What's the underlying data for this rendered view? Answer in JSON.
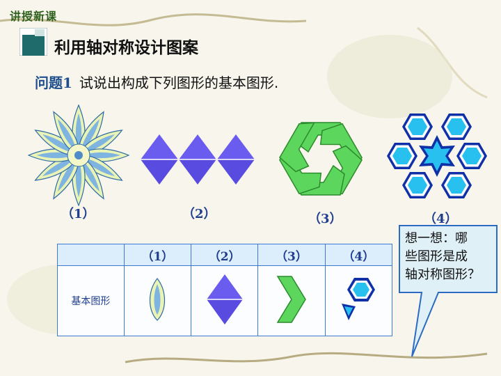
{
  "header": {
    "tag": "讲授新课",
    "section_title": "利用轴对称设计图案"
  },
  "question": {
    "label": "问题",
    "number": "1",
    "text": "试说出构成下列图形的基本图形."
  },
  "figures": [
    {
      "caption": "（1）"
    },
    {
      "caption": "（2）"
    },
    {
      "caption": "（3）"
    },
    {
      "caption": "（4）"
    }
  ],
  "table": {
    "columns": [
      "（1）",
      "（2）",
      "（3）",
      "（4）"
    ],
    "row_label": "基本图形"
  },
  "bubble": {
    "line1": "想一想：哪",
    "line2": "些图形是成",
    "line3": "轴对称图形？"
  },
  "colors": {
    "title": "#111111",
    "caption_blue": "#1e3d8f",
    "diamond_purple": "#6b5cf0",
    "hex_green": "#5cd65c",
    "hex_cyan": "#27c0ef",
    "bubble_fill": "#dff0f7"
  }
}
